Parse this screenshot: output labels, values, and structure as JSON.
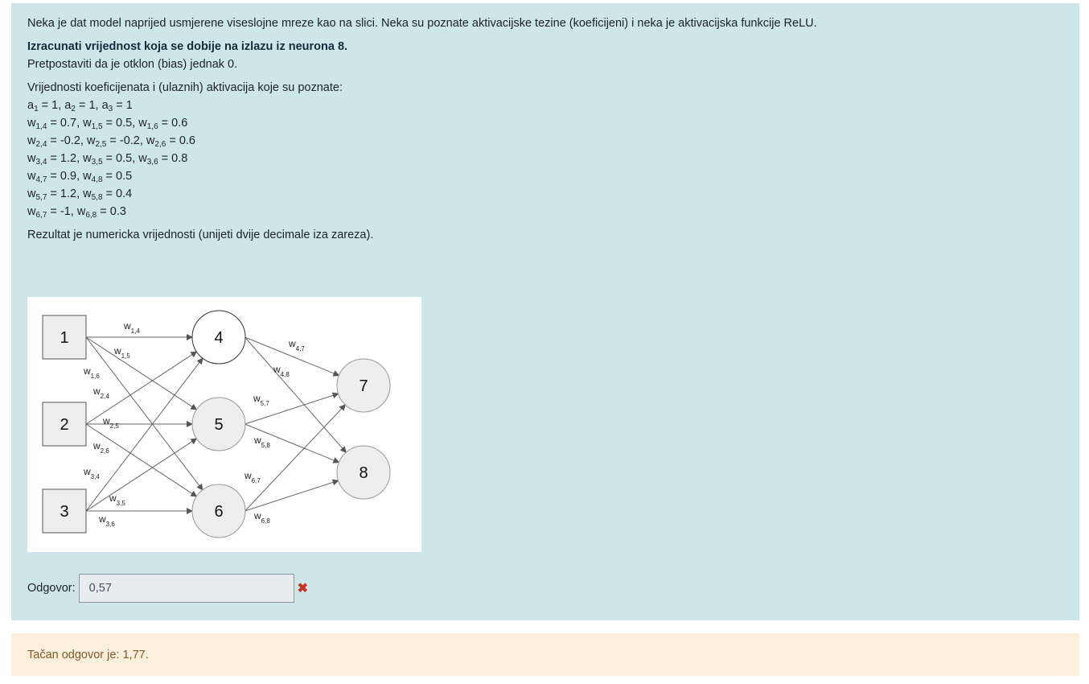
{
  "question": {
    "intro": "Neka je dat model naprijed usmjerene viseslojne mreze kao na slici. Neka su poznate aktivacijske tezine (koeficijeni) i neka je aktivacijska funkcije ReLU.",
    "task": "Izracunati vrijednost koja se dobije na izlazu iz neurona 8.",
    "bias_note": "Pretpostaviti da je otklon (bias) jednak 0.",
    "known_values_heading": "Vrijednosti koeficijenata i (ulaznih) aktivacija koje su poznate:",
    "activations": [
      {
        "sym": "a",
        "sub": "1",
        "val": "1"
      },
      {
        "sym": "a",
        "sub": "2",
        "val": "1"
      },
      {
        "sym": "a",
        "sub": "3",
        "val": "1"
      }
    ],
    "weight_rows": [
      [
        {
          "sym": "w",
          "sub": "1,4",
          "val": "0.7"
        },
        {
          "sym": "w",
          "sub": "1,5",
          "val": "0.5"
        },
        {
          "sym": "w",
          "sub": "1,6",
          "val": "0.6"
        }
      ],
      [
        {
          "sym": "w",
          "sub": "2,4",
          "val": "-0.2"
        },
        {
          "sym": "w",
          "sub": "2,5",
          "val": "-0.2"
        },
        {
          "sym": "w",
          "sub": "2,6",
          "val": "0.6"
        }
      ],
      [
        {
          "sym": "w",
          "sub": "3,4",
          "val": "1.2"
        },
        {
          "sym": "w",
          "sub": "3,5",
          "val": "0.5"
        },
        {
          "sym": "w",
          "sub": "3,6",
          "val": "0.8"
        }
      ],
      [
        {
          "sym": "w",
          "sub": "4,7",
          "val": "0.9"
        },
        {
          "sym": "w",
          "sub": "4,8",
          "val": "0.5"
        }
      ],
      [
        {
          "sym": "w",
          "sub": "5,7",
          "val": "1.2"
        },
        {
          "sym": "w",
          "sub": "5,8",
          "val": "0.4"
        }
      ],
      [
        {
          "sym": "w",
          "sub": "6,7",
          "val": "-1"
        },
        {
          "sym": "w",
          "sub": "6,8",
          "val": "0.3"
        }
      ]
    ],
    "result_note": "Rezultat je numericka vrijednosti (unijeti dvije decimale iza zareza)."
  },
  "diagram": {
    "input_nodes": [
      "1",
      "2",
      "3"
    ],
    "hidden_nodes": [
      "4",
      "5",
      "6"
    ],
    "output_nodes": [
      "7",
      "8"
    ],
    "edge_labels": {
      "w14": {
        "sym": "w",
        "sub": "1,4"
      },
      "w15": {
        "sym": "w",
        "sub": "1,5"
      },
      "w16": {
        "sym": "w",
        "sub": "1,6"
      },
      "w24": {
        "sym": "w",
        "sub": "2,4"
      },
      "w25": {
        "sym": "w",
        "sub": "2,5"
      },
      "w26": {
        "sym": "w",
        "sub": "2,6"
      },
      "w34": {
        "sym": "w",
        "sub": "3,4"
      },
      "w35": {
        "sym": "w",
        "sub": "3,5"
      },
      "w36": {
        "sym": "w",
        "sub": "3,6"
      },
      "w47": {
        "sym": "w",
        "sub": "4,7"
      },
      "w48": {
        "sym": "w",
        "sub": "4,8"
      },
      "w57": {
        "sym": "w",
        "sub": "5,7"
      },
      "w58": {
        "sym": "w",
        "sub": "5,8"
      },
      "w67": {
        "sym": "w",
        "sub": "6,7"
      },
      "w68": {
        "sym": "w",
        "sub": "6,8"
      }
    }
  },
  "answer": {
    "label": "Odgovor:",
    "value": "0,57",
    "status_icon": "wrong-cross-icon",
    "status_color": "#ca3120"
  },
  "feedback": {
    "correct_answer_text": "Tačan odgovor je: 1,77."
  },
  "colors": {
    "question_bg": "#cce6ea",
    "feedback_bg": "#fcefdc",
    "feedback_text": "#7d5a29"
  }
}
